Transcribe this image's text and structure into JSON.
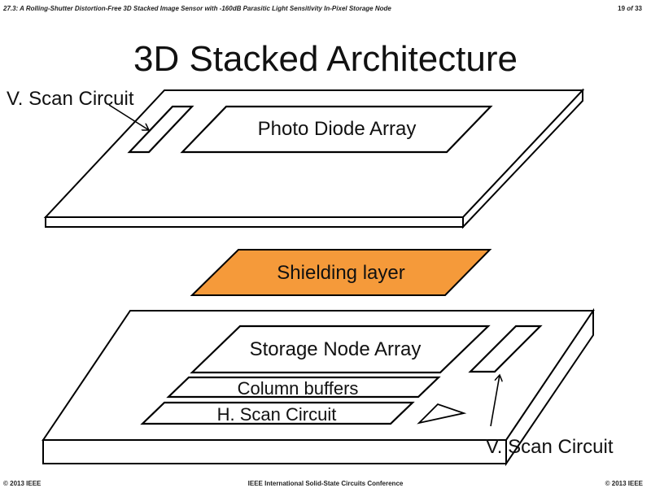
{
  "header": {
    "session_title": "27.3: A Rolling-Shutter Distortion-Free 3D Stacked Image Sensor with -160dB Parasitic Light Sensitivity In-Pixel Storage Node",
    "page_current": "19",
    "page_of": "of",
    "page_total": "33"
  },
  "slide": {
    "title": "3D Stacked Architecture"
  },
  "diagram": {
    "top_layer": {
      "v_scan_label": "V. Scan Circuit",
      "photo_diode_label": "Photo Diode Array"
    },
    "shielding_layer": {
      "label": "Shielding layer",
      "fill_color": "#f59a3a"
    },
    "bottom_layer": {
      "storage_node_label": "Storage Node Array",
      "column_buffers_label": "Column buffers",
      "h_scan_label": "H. Scan Circuit",
      "v_scan_label": "V. Scan Circuit"
    },
    "line_color": "#000000"
  },
  "footer": {
    "left": "© 2013 IEEE",
    "center": "IEEE International Solid-State Circuits Conference",
    "right": "© 2013 IEEE"
  }
}
